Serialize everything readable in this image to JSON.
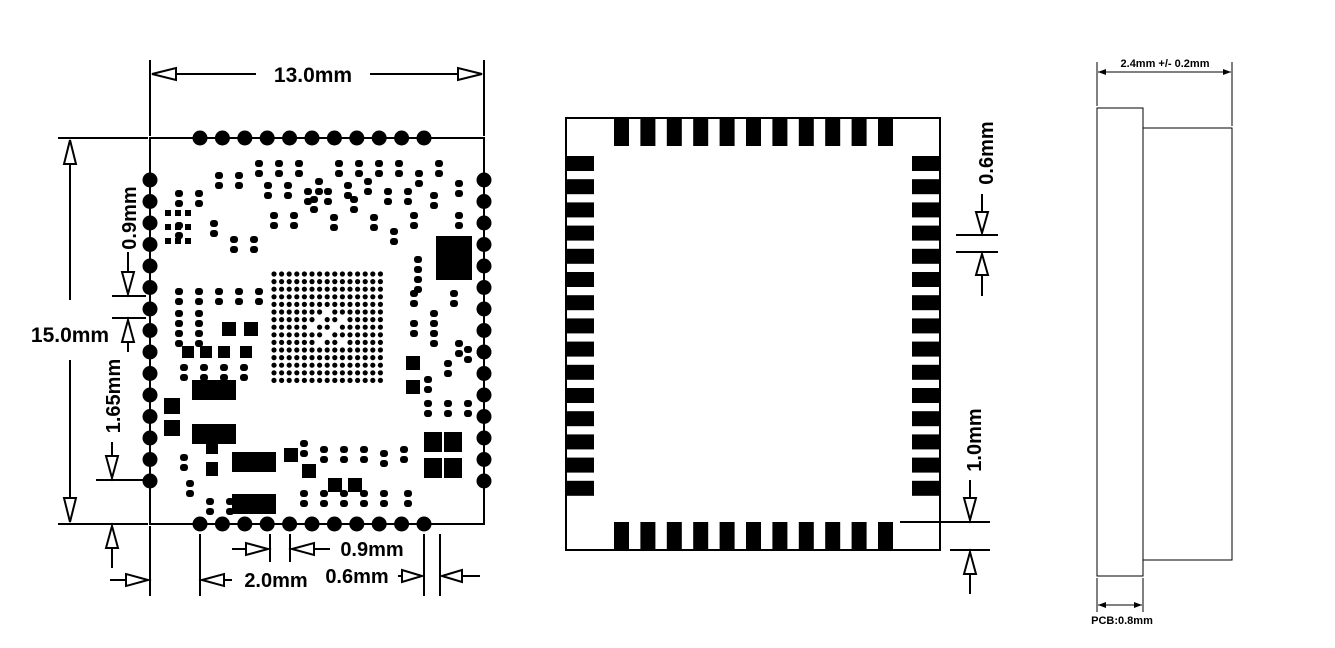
{
  "top_view": {
    "width_label": "13.0mm",
    "height_label": "15.0mm",
    "pitch_label_left": "0.9mm",
    "edge_label_left": "1.65mm",
    "edge_label_bottom": "2.0mm",
    "pitch_label_bottom": "0.9mm",
    "pad_label_bottom": "0.6mm"
  },
  "pad_view": {
    "pad_width_label": "0.6mm",
    "pad_length_label": "1.0mm"
  },
  "side_view": {
    "thickness_label": "2.4mm +/- 0.2mm",
    "pcb_label": "PCB:0.8mm"
  }
}
